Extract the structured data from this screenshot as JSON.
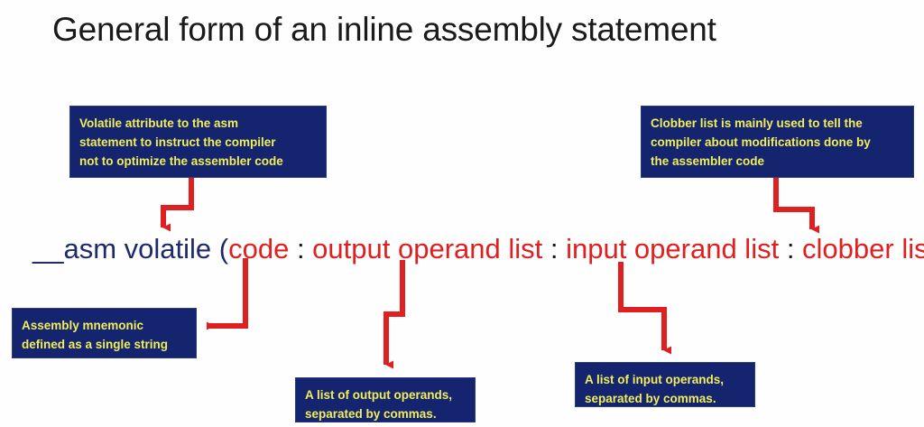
{
  "slide": {
    "title": "General form of an inline assembly statement",
    "background_color": "#fefefe",
    "callout_bg_color": "#14246e",
    "callout_text_color": "#f2ee5a",
    "code_navy_color": "#1f2a6b",
    "code_red_color": "#e02020",
    "arrow_color": "#e02020"
  },
  "code_line": {
    "prefix": "__asm volatile (",
    "code": "code",
    "sep1": " : ",
    "output_operand_list": "output operand list",
    "sep2": " : ",
    "input_operand_list": "input operand list",
    "sep3": " : ",
    "clobber_list": "clobber list",
    "suffix": ");"
  },
  "callouts": {
    "volatile": {
      "lines": [
        "Volatile attribute to the asm",
        "statement to instruct the compiler",
        "not to optimize the assembler code"
      ]
    },
    "clobber": {
      "lines": [
        "Clobber list is mainly used to tell the",
        "compiler about modifications done by",
        "the assembler code"
      ]
    },
    "mnemonic": {
      "lines": [
        "Assembly mnemonic",
        "defined as a single string"
      ]
    },
    "output": {
      "lines": [
        "A list of output operands,",
        "separated by commas."
      ]
    },
    "input": {
      "lines": [
        "A list of input operands,",
        "separated by commas."
      ]
    }
  },
  "arrows": [
    {
      "name": "arrow-volatile-to-volatile-keyword",
      "direction": "down"
    },
    {
      "name": "arrow-clobber-to-clobber-list",
      "direction": "down"
    },
    {
      "name": "arrow-code-to-mnemonic",
      "direction": "left"
    },
    {
      "name": "arrow-output-operand-to-output-box",
      "direction": "down"
    },
    {
      "name": "arrow-input-operand-to-input-box",
      "direction": "down"
    }
  ]
}
